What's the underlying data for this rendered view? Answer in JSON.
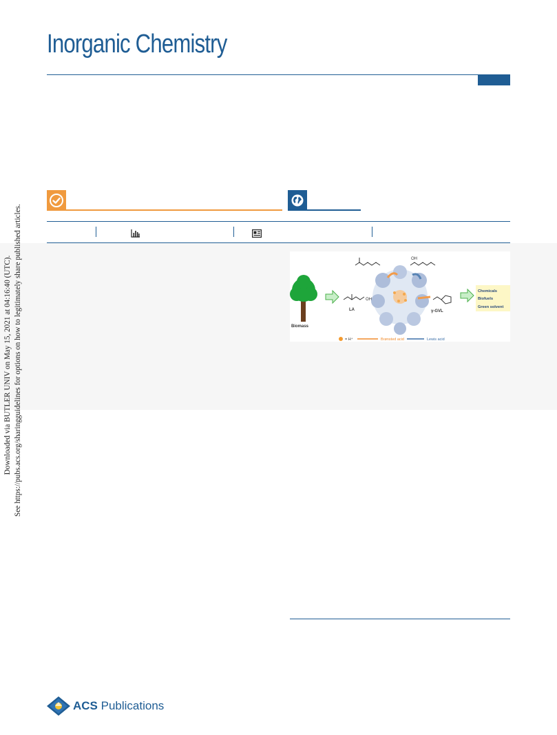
{
  "journal": {
    "title": "Inorganic Chemistry"
  },
  "side_note": {
    "line1": "Downloaded via BUTLER UNIV on May 15, 2021 at 04:16:40 (UTC).",
    "line2": "See https://pubs.acs.org/sharingguidelines for options on how to legitimately share published articles."
  },
  "toc_graphic": {
    "biomass_label": "Biomass",
    "la_label": "LA",
    "gvl_label": "γ-GVL",
    "oh_label": "OH",
    "oh_label_2": "OH",
    "products": [
      "Chemicals",
      "Biofuels",
      "Green solvent"
    ],
    "legend_proton": "= H⁺",
    "legend_bronsted": "Brønsted acid",
    "legend_lewis": "Lewis acid"
  },
  "footer": {
    "publisher_strong": "ACS",
    "publisher_rest": " Publications"
  },
  "colors": {
    "brand_blue": "#1f5d94",
    "accent_orange": "#f09a3e",
    "panel_gray": "#f6f6f6",
    "highlight_yellow": "#fdf7c6"
  }
}
